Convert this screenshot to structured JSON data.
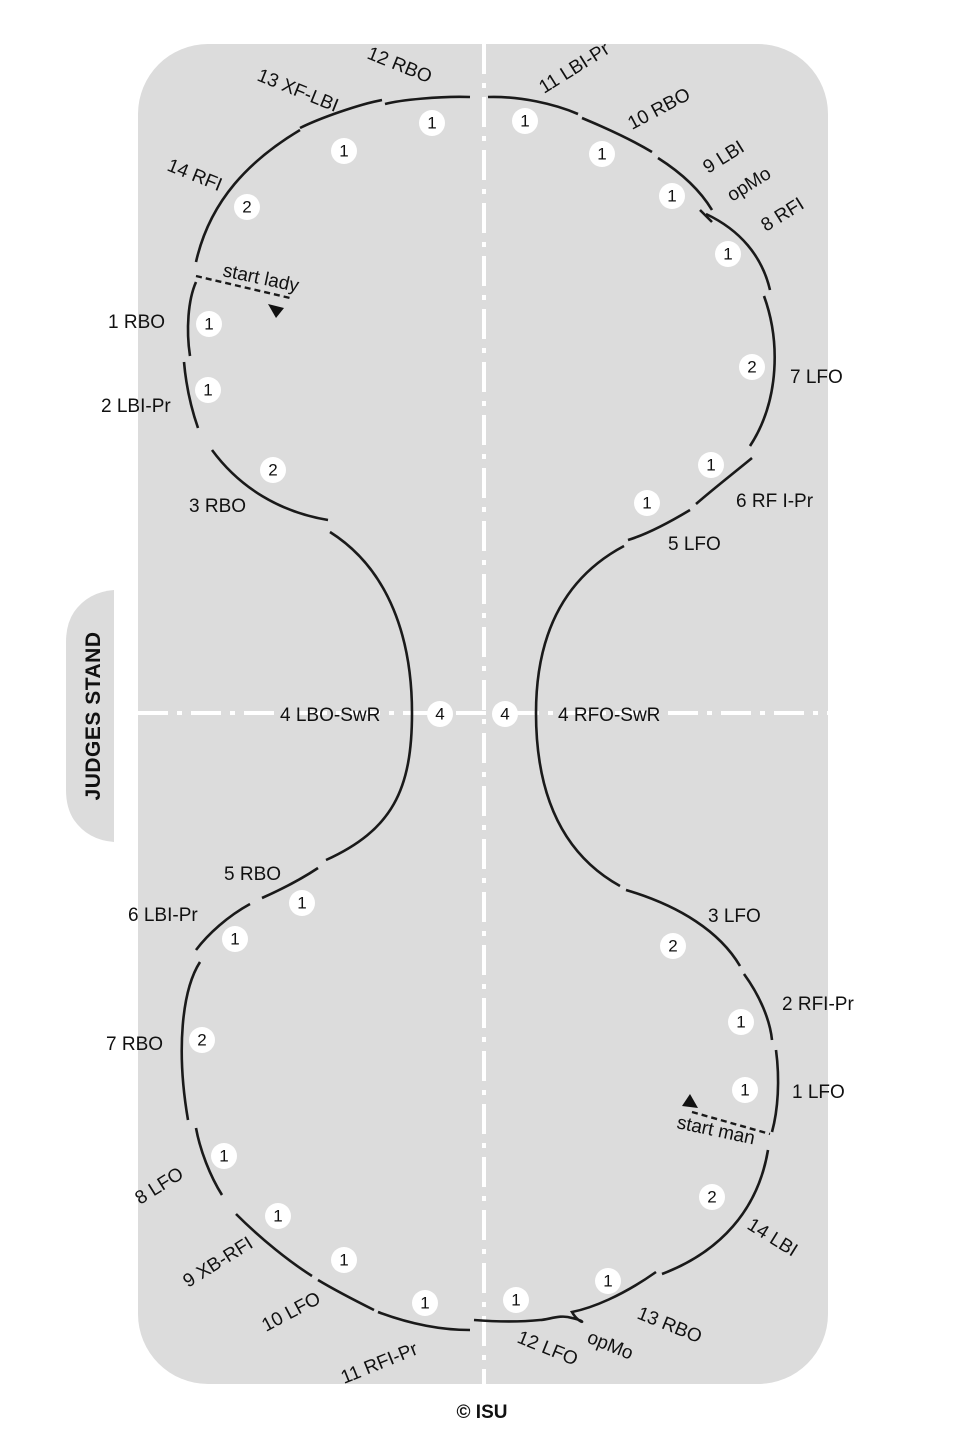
{
  "judges_stand": "JUDGES STAND",
  "copyright": "© ISU",
  "lady_start": "start lady",
  "man_start": "start man",
  "steps": [
    {
      "key": "l1",
      "label": "1 RBO",
      "count": "1"
    },
    {
      "key": "l2",
      "label": "2 LBI-Pr",
      "count": "1"
    },
    {
      "key": "l3",
      "label": "3 RBO",
      "count": "2"
    },
    {
      "key": "l4",
      "label": "4 LBO-SwR",
      "count": "4"
    },
    {
      "key": "l5",
      "label": "5 RBO",
      "count": "1"
    },
    {
      "key": "l6",
      "label": "6 LBI-Pr",
      "count": "1"
    },
    {
      "key": "l7",
      "label": "7 RBO",
      "count": "2"
    },
    {
      "key": "l8",
      "label": "8 LFO",
      "count": "1"
    },
    {
      "key": "l9",
      "label": "9 XB-RFI",
      "count": "1"
    },
    {
      "key": "l10",
      "label": "10 LFO",
      "count": "1"
    },
    {
      "key": "l11",
      "label": "11 RFI-Pr",
      "count": "1"
    },
    {
      "key": "l12",
      "label": "12 LFO",
      "count": "1"
    },
    {
      "key": "l13",
      "label": "13 RBO",
      "count": "1"
    },
    {
      "key": "l14",
      "label": "14 LBI",
      "count": "2"
    },
    {
      "key": "r1",
      "label": "1 LFO",
      "count": "1"
    },
    {
      "key": "r2",
      "label": "2 RFI-Pr",
      "count": "1"
    },
    {
      "key": "r3",
      "label": "3 LFO",
      "count": "2"
    },
    {
      "key": "r4",
      "label": "4 RFO-SwR",
      "count": "4"
    },
    {
      "key": "r5",
      "label": "5 LFO",
      "count": "1"
    },
    {
      "key": "r6",
      "label": "6 RF I-Pr",
      "count": "1"
    },
    {
      "key": "r7",
      "label": "7 LFO",
      "count": "2"
    },
    {
      "key": "r8",
      "label": "8 RFI",
      "count": "1"
    },
    {
      "key": "r9",
      "label": "9 LBI",
      "count": "1"
    },
    {
      "key": "r10",
      "label": "10 RBO",
      "count": "1"
    },
    {
      "key": "r11",
      "label": "11 LBI-Pr",
      "count": "1"
    },
    {
      "key": "r12",
      "label": "12 RBO",
      "count": "1"
    },
    {
      "key": "r13",
      "label": "13 XF-LBI",
      "count": "1"
    },
    {
      "key": "r14",
      "label": "14 RFI",
      "count": "2"
    }
  ],
  "opmo_labels": [
    "opMo",
    "opMo"
  ]
}
